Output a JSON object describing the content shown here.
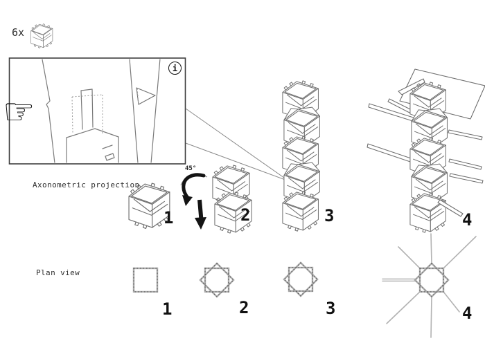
{
  "colors": {
    "background": "#ffffff",
    "ink": "#222222",
    "art_line": "#6f6f6f",
    "arrow_black": "#141414"
  },
  "parts_list": {
    "quantity_label": "6x",
    "part_icon": "cube-module-icon"
  },
  "detail_callout": {
    "info_icon_glyph": "i",
    "hand_icon_glyph": "☞"
  },
  "axonometric_section": {
    "label": "Axonometric projection",
    "rotation_label": "45°",
    "step_numbers": [
      "1",
      "2",
      "3",
      "4"
    ]
  },
  "plan_section": {
    "label": "Plan view",
    "step_numbers": [
      "1",
      "2",
      "3",
      "4"
    ]
  }
}
